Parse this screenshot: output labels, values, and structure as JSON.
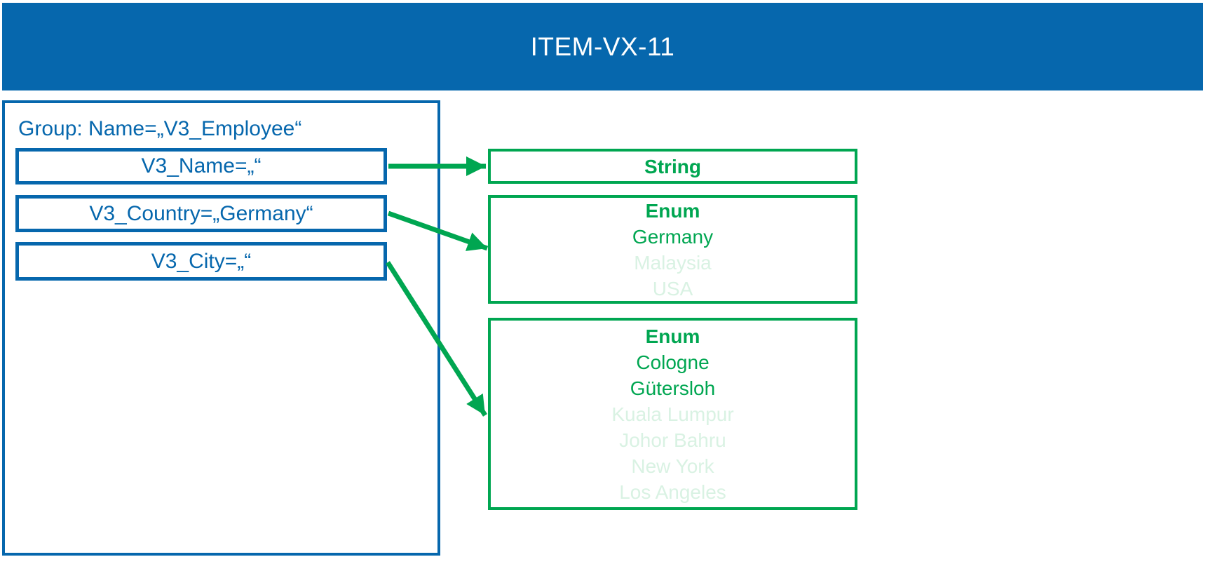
{
  "title_bar": {
    "title": "ITEM-VX-11"
  },
  "group": {
    "label": "Group: Name=„V3_Employee“",
    "fields": [
      {
        "label": "V3_Name=„“"
      },
      {
        "label": "V3_Country=„Germany“"
      },
      {
        "label": "V3_City=„“"
      }
    ]
  },
  "types": [
    {
      "name": "String",
      "values": []
    },
    {
      "name": "Enum",
      "values": [
        {
          "text": "Germany",
          "highlighted": true
        },
        {
          "text": "Malaysia",
          "highlighted": false
        },
        {
          "text": "USA",
          "highlighted": false
        }
      ]
    },
    {
      "name": "Enum",
      "values": [
        {
          "text": "Cologne",
          "highlighted": true
        },
        {
          "text": "Gütersloh",
          "highlighted": true
        },
        {
          "text": "Kuala Lumpur",
          "highlighted": false
        },
        {
          "text": "Johor Bahru",
          "highlighted": false
        },
        {
          "text": "New York",
          "highlighted": false
        },
        {
          "text": "Los Angeles",
          "highlighted": false
        }
      ]
    }
  ],
  "connections": [
    {
      "from": "V3_Name=„“",
      "to": "String"
    },
    {
      "from": "V3_Country=„Germany“",
      "to": "Enum"
    },
    {
      "from": "V3_City=„“",
      "to": "Enum"
    }
  ],
  "colors": {
    "blue": "#0667ad",
    "green": "#00a651",
    "green_pale": "#d9f2e3",
    "white": "#ffffff"
  }
}
